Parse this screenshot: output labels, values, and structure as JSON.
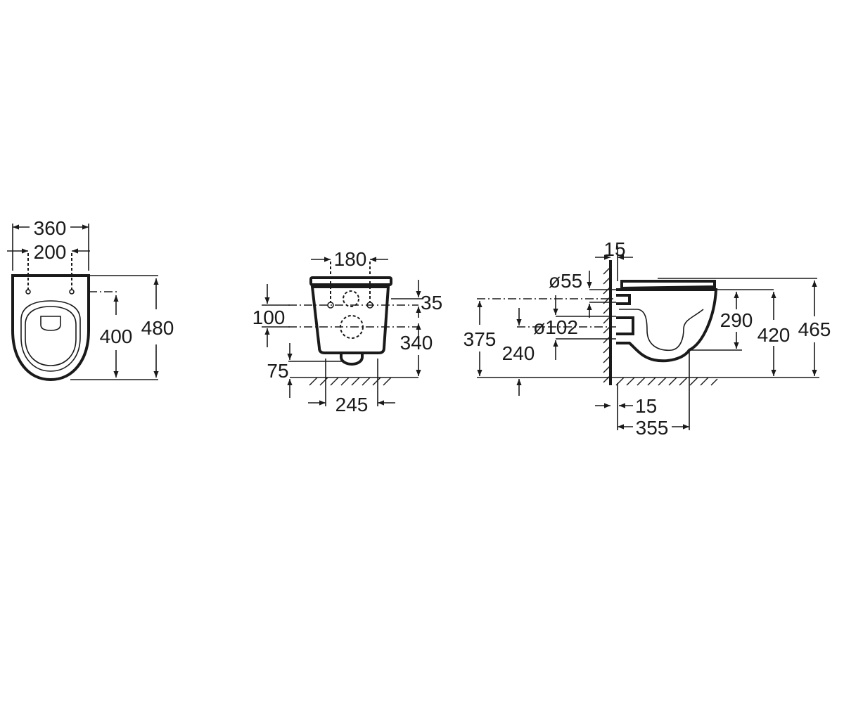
{
  "colors": {
    "ink": "#1a1a1a",
    "background": "#ffffff"
  },
  "top_view": {
    "overall_width": "360",
    "fixing_spacing": "200",
    "fixing_to_front": "400",
    "overall_length": "480"
  },
  "rear_view": {
    "fixing_spacing": "180",
    "seat_to_fixing": "35",
    "fixing_to_outlet": "100",
    "fixing_height": "340",
    "outlet_height": "75",
    "base_width": "245"
  },
  "side_view": {
    "wall_offset_top": "15",
    "inlet_diameter": "ø55",
    "inlet_height": "375",
    "outlet_diameter": "ø102",
    "outlet_center_height": "240",
    "rim_height_inner": "290",
    "bowl_height": "420",
    "overall_height": "465",
    "wall_offset_bottom": "15",
    "projection": "355"
  }
}
